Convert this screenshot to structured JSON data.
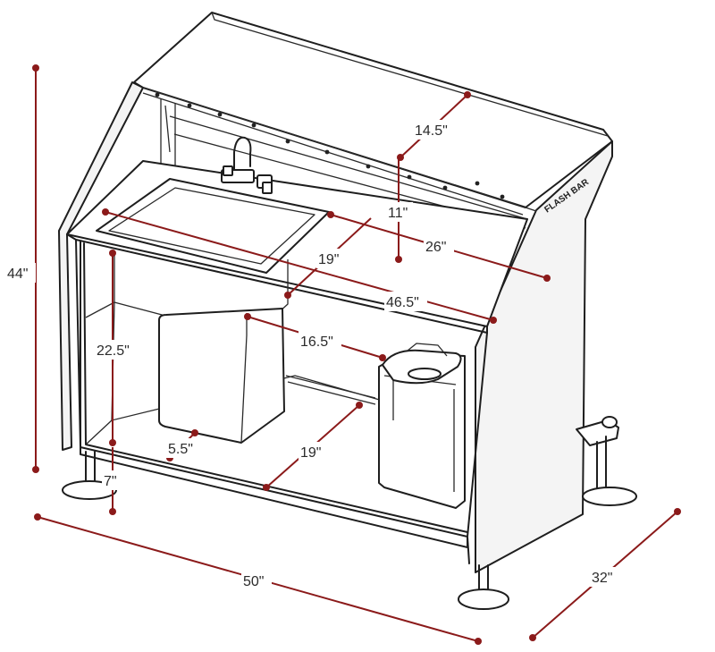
{
  "product": {
    "brand_label": "FLASH BAR"
  },
  "dimensions": {
    "height": "44\"",
    "width": "50\"",
    "depth": "32\"",
    "top_depth": "14.5\"",
    "upper_height": "11\"",
    "inner_width": "26\"",
    "sink_depth": "19\"",
    "counter_width": "46.5\"",
    "shelf_width": "16.5\"",
    "lower_height": "22.5\"",
    "shelf_height": "5.5\"",
    "leg_height": "7\"",
    "shelf_depth": "19\""
  },
  "colors": {
    "dimension_lines": "#8b1a1a",
    "outline": "#1e1e1e",
    "background": "#ffffff"
  }
}
